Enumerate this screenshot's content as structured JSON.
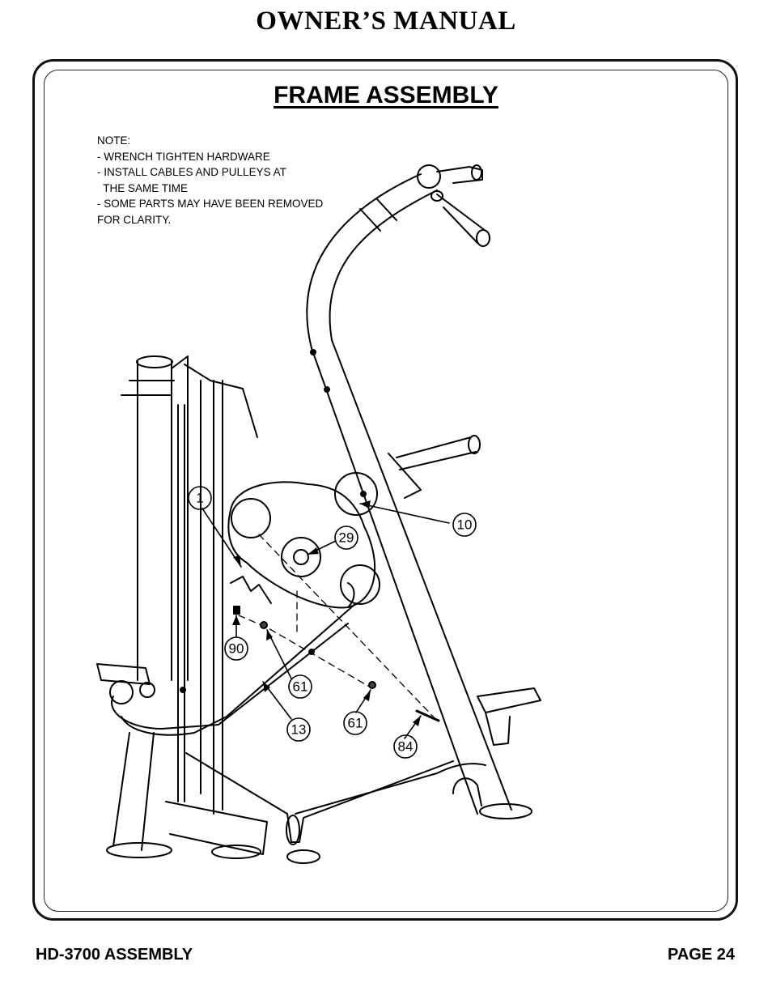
{
  "header": {
    "title": "OWNER’S MANUAL"
  },
  "section": {
    "title": "FRAME ASSEMBLY"
  },
  "notes": [
    "NOTE:",
    "- WRENCH TIGHTEN HARDWARE",
    "- INSTALL CABLES AND PULLEYS AT",
    "  THE SAME TIME",
    "- SOME PARTS MAY HAVE BEEN REMOVED",
    "FOR CLARITY."
  ],
  "callouts": {
    "c1": "1",
    "c10": "10",
    "c29": "29",
    "c90": "90",
    "c61a": "61",
    "c61b": "61",
    "c13": "13",
    "c84": "84"
  },
  "footer": {
    "left": "HD-3700 ASSEMBLY",
    "right": "PAGE 24"
  }
}
